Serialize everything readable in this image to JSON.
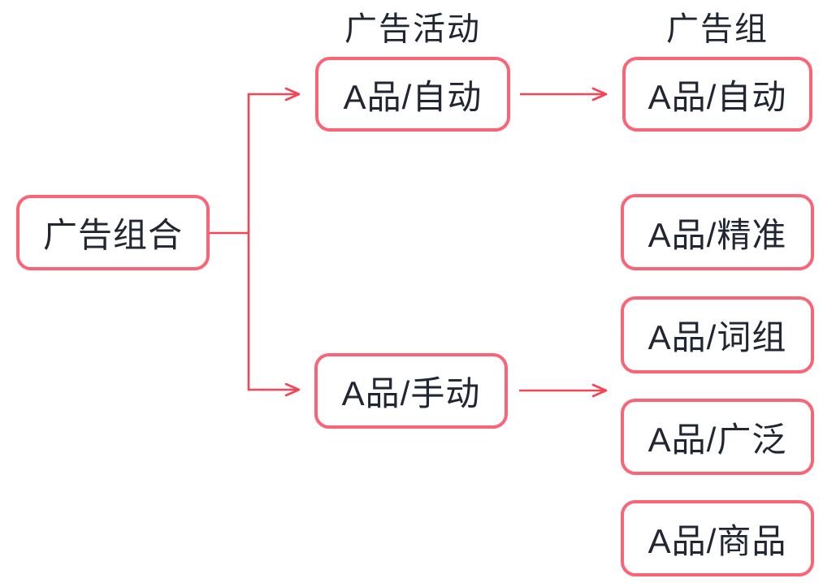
{
  "colors": {
    "node_border": "#fb6377",
    "connector": "#f74353",
    "text": "#222633",
    "background": "#ffffff"
  },
  "root": {
    "label": "广告组合"
  },
  "campaign_column": {
    "header": "广告活动",
    "nodes": [
      {
        "label": "A品/自动"
      },
      {
        "label": "A品/手动"
      }
    ]
  },
  "adgroup_column": {
    "header": "广告组",
    "nodes": [
      {
        "label": "A品/自动"
      },
      {
        "label": "A品/精准"
      },
      {
        "label": "A品/词组"
      },
      {
        "label": "A品/广泛"
      },
      {
        "label": "A品/商品"
      }
    ]
  }
}
